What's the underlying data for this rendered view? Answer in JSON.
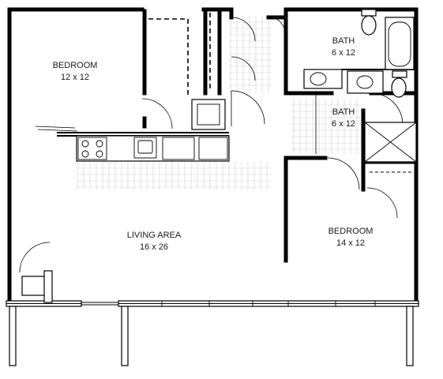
{
  "rooms": {
    "bedroom_1": {
      "name": "BEDROOM",
      "size": "12 x 12"
    },
    "bath_1": {
      "name": "BATH",
      "size": "6 x 12"
    },
    "bath_2": {
      "name": "BATH",
      "size": "6 x 12"
    },
    "living": {
      "name": "LIVING AREA",
      "size": "16 x 26"
    },
    "bedroom_2": {
      "name": "BEDROOM",
      "size": "14 x 12"
    }
  }
}
